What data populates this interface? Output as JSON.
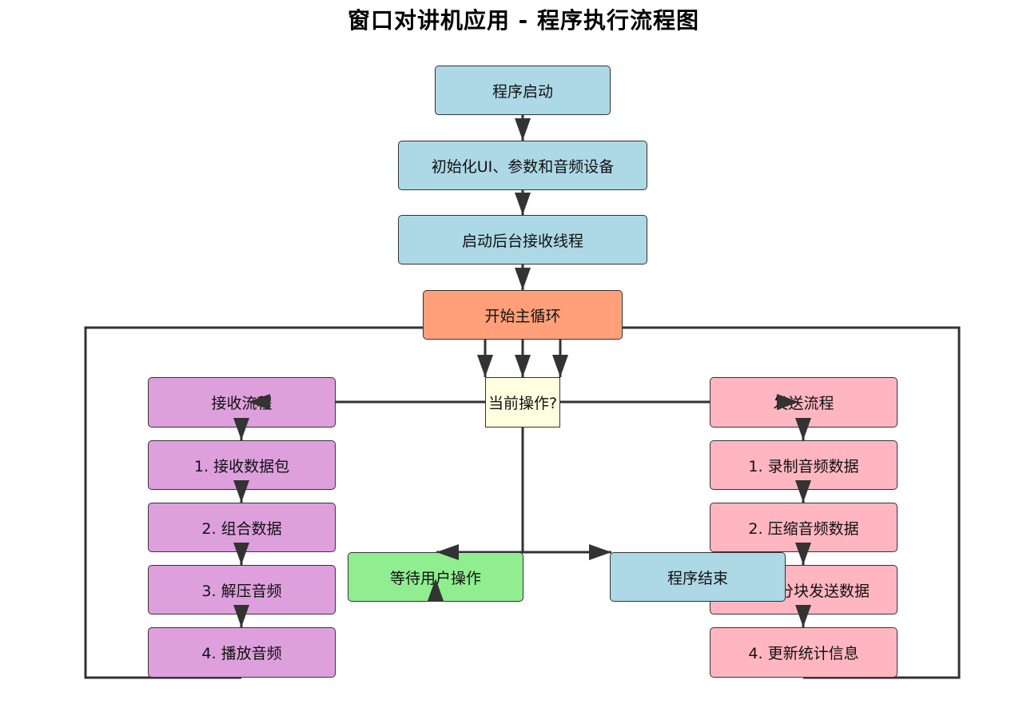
{
  "title": "窗口对讲机应用 - 程序执行流程图",
  "nodes": {
    "start": "程序启动",
    "init": "初始化UI、参数和音频设备",
    "thread": "启动后台接收线程",
    "loop": "开始主循环",
    "decision": "当前操作?",
    "receive": "接收流程",
    "recv1": "1. 接收数据包",
    "recv2": "2. 组合数据",
    "recv3": "3. 解压音频",
    "recv4": "4. 播放音频",
    "send": "发送流程",
    "send1": "1. 录制音频数据",
    "send2": "2. 压缩音频数据",
    "send3": "3. 分块发送数据",
    "send4": "4. 更新统计信息",
    "wait": "等待用户操作",
    "end": "程序结束"
  },
  "colors": {
    "blue": "#add8e6",
    "orange": "#ffa07a",
    "yellow": "#ffffe0",
    "purple": "#dda0dd",
    "pink": "#ffb6c1",
    "green": "#90ee90",
    "line": "#333333"
  }
}
